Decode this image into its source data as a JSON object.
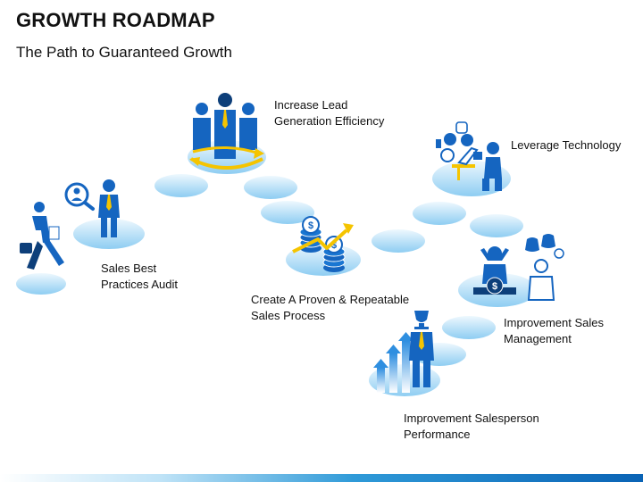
{
  "header": {
    "title": "GROWTH ROADMAP",
    "subtitle": "The Path to Guaranteed Growth"
  },
  "steps": [
    {
      "line1": "Sales Best",
      "line2": "Practices Audit"
    },
    {
      "line1": "Increase Lead",
      "line2": "Generation Efficiency"
    },
    {
      "line1": "Create A Proven & Repeatable",
      "line2": "Sales Process"
    },
    {
      "line1": "Leverage Technology",
      "line2": ""
    },
    {
      "line1": "Improvement Sales",
      "line2": "Management"
    },
    {
      "line1": "Improvement Salesperson",
      "line2": "Performance"
    }
  ],
  "colors": {
    "stone_light": "#e8f4fc",
    "stone_dark": "#8ecdf2",
    "figure_blue": "#1565c0",
    "figure_dark": "#0d3f7a",
    "tie_yellow": "#f5c400",
    "arrow_yellow": "#f5c400",
    "bar_blue": "#2f8fe0"
  },
  "icons": {
    "coin_symbol": "$"
  }
}
